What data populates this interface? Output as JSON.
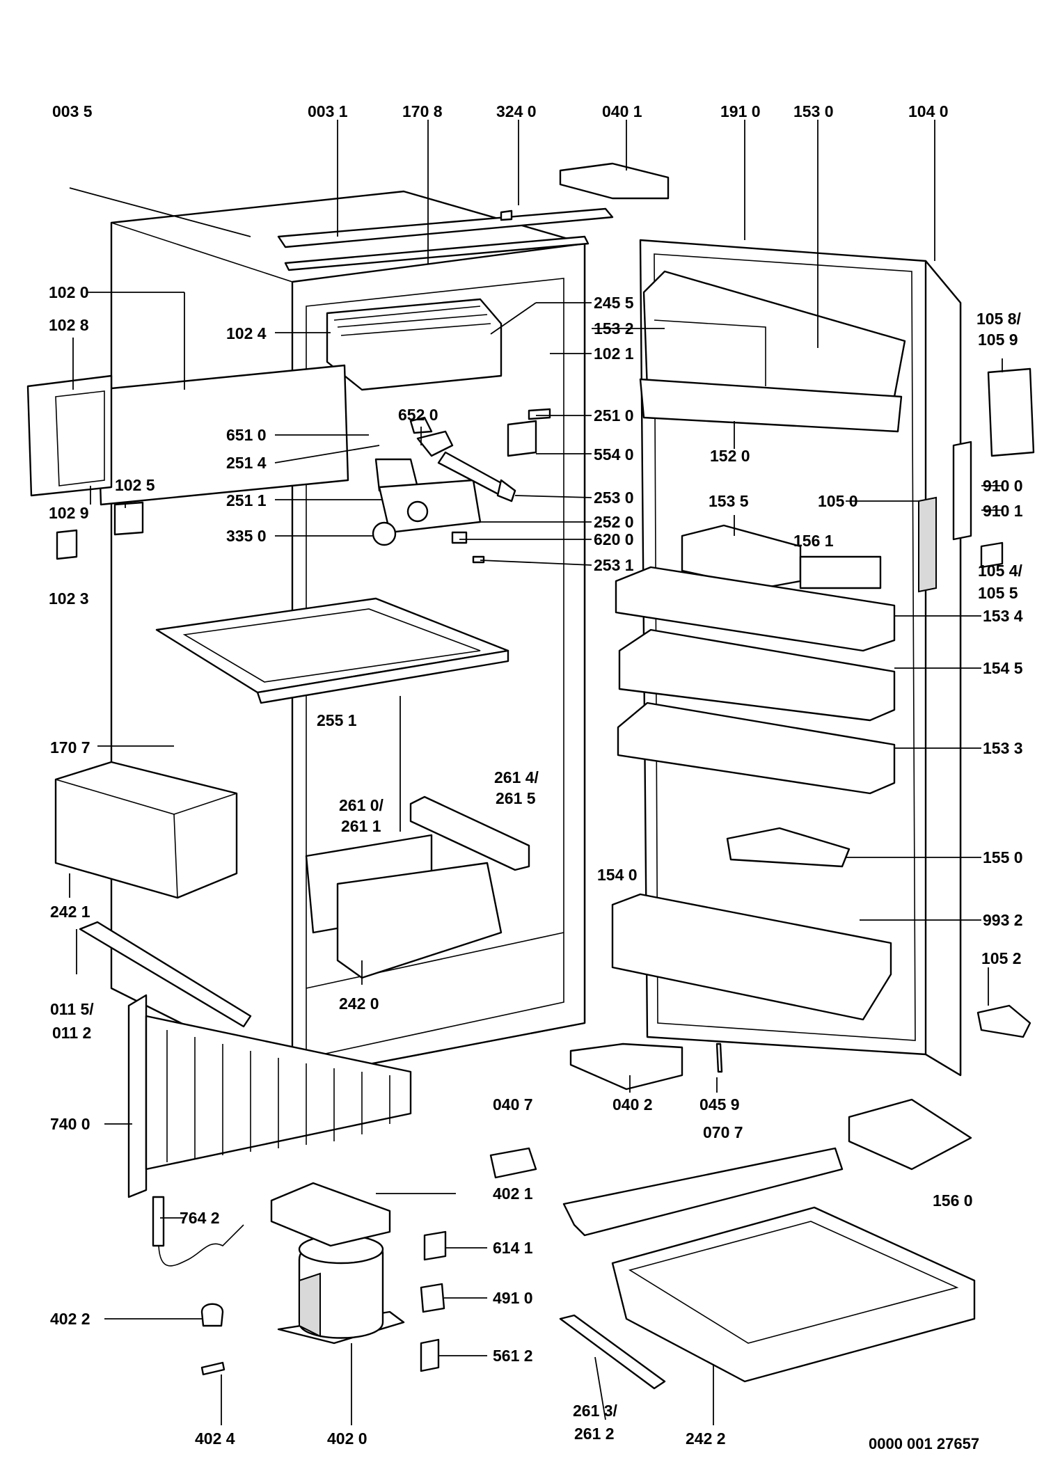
{
  "labels": {
    "l0035": "003 5",
    "l0031": "003 1",
    "l1708": "170 8",
    "l3240": "324 0",
    "l0401": "040 1",
    "l1910": "191 0",
    "l1530": "153 0",
    "l1040": "104 0",
    "l1020": "102 0",
    "l1028": "102 8",
    "l1024": "102 4",
    "l2455": "245 5",
    "l1532": "153 2",
    "l1021": "102 1",
    "l1058": "105 8/",
    "l1059": "105 9",
    "l6520": "652 0",
    "l2510": "251 0",
    "l6510": "651 0",
    "l2514": "251 4",
    "l5540": "554 0",
    "l1520": "152 0",
    "l9100": "910 0",
    "l1029": "102 9",
    "l1025": "102 5",
    "l2511": "251 1",
    "l2530": "253 0",
    "l2520": "252 0",
    "l1535": "153 5",
    "l1050": "105 0",
    "l9101": "910 1",
    "l3350": "335 0",
    "l6200": "620 0",
    "l1561": "156 1",
    "l2531": "253 1",
    "l1023": "102 3",
    "l1054": "105 4/",
    "l1055": "105 5",
    "l1534": "153 4",
    "l1545": "154 5",
    "l2551": "255 1",
    "l1707": "170 7",
    "l1533": "153 3",
    "l2614": "261 4/",
    "l2615": "261 5",
    "l2610": "261 0/",
    "l2611": "261 1",
    "l1550": "155 0",
    "l1540": "154 0",
    "l2421": "242 1",
    "l9932": "993 2",
    "l0115": "011 5/",
    "l0112": "011 2",
    "l2420": "242 0",
    "l1052": "105 2",
    "l0407": "040 7",
    "l0402": "040 2",
    "l0459": "045 9",
    "l0707": "070 7",
    "l7400": "740 0",
    "l1560": "156 0",
    "l4021": "402 1",
    "l7642": "764 2",
    "l6141": "614 1",
    "l4910": "491 0",
    "l4022": "402 2",
    "l5612": "561 2",
    "l2613": "261 3/",
    "l2612": "261 2",
    "l4024": "402 4",
    "l4020": "402 0",
    "l2422": "242 2"
  },
  "reference_number": "0000 001 27657"
}
